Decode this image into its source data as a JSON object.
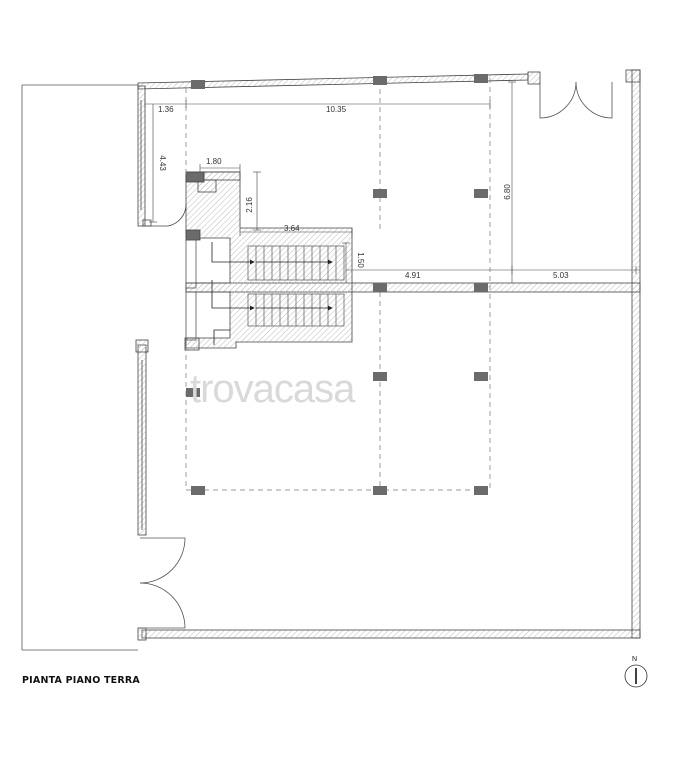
{
  "plan": {
    "title": "PIANTA PIANO TERRA",
    "north_label": "N",
    "watermark": "trovacasa",
    "dimensions": {
      "d_136": "1.36",
      "d_1035": "10.35",
      "d_443": "4.43",
      "d_180": "1.80",
      "d_216": "2.16",
      "d_364": "3.64",
      "d_150": "1.50",
      "d_491": "4.91",
      "d_503": "5.03",
      "d_680": "6.80"
    }
  },
  "colors": {
    "wall_line": "#444444",
    "hatch": "#c9c9c9",
    "pillar": "#6b6b6b",
    "dashed": "#777777",
    "watermark": "#d9d9d9"
  }
}
